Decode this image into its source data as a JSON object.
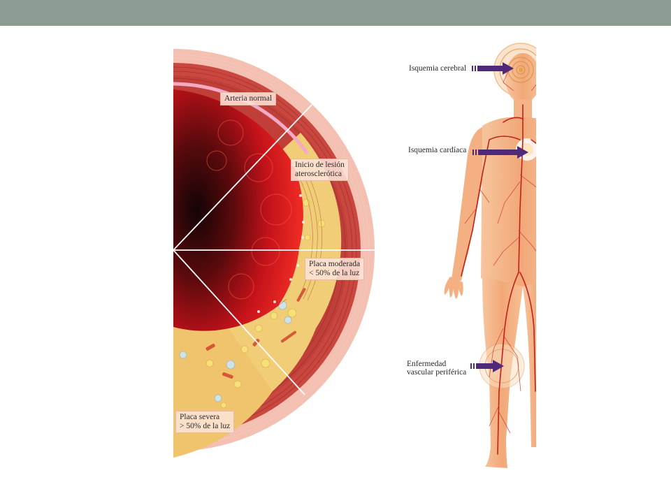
{
  "colors": {
    "top_bar": "#8c9c92",
    "blood": "#e0161a",
    "arterial_wall": "#c8463c",
    "adventitia": "#f2b7aa",
    "plaque": "#f3d27c",
    "skin": "#f5b98c",
    "vessel": "#c0221a",
    "arrow": "#4e2a78",
    "label_bg": "#fce2d6"
  },
  "artery": {
    "labels": {
      "normal": "Arteria normal",
      "initial_lesion": [
        "Inicio de lesión",
        "aterosclerótica"
      ],
      "moderate_plaque": [
        "Placa moderada",
        "< 50% de la luz"
      ],
      "severe_plaque": [
        "Placa severa",
        "> 50% de la luz"
      ]
    }
  },
  "body": {
    "labels": {
      "cerebral": "Isquemia cerebral",
      "cardiac": "Isquemia cardíaca",
      "peripheral": [
        "Enfermedad",
        "vascular periférica"
      ]
    },
    "icons": [
      "arrow-right-icon",
      "arrow-right-icon",
      "arrow-right-icon"
    ]
  }
}
